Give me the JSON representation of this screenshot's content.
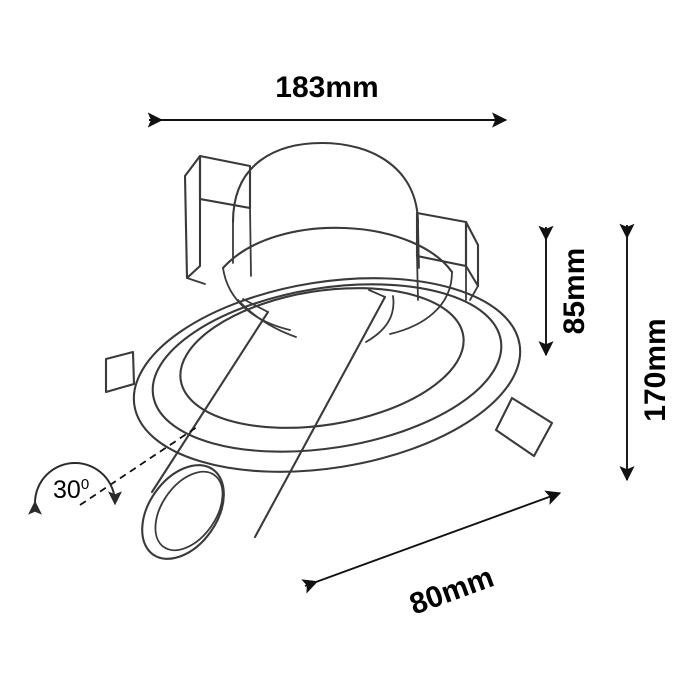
{
  "drawing": {
    "title": "Recessed adjustable downlight dimensional drawing",
    "background_color": "#ffffff",
    "line_color": "#3a3a3a",
    "dimension_color": "#111111"
  },
  "dimensions": {
    "width_top": {
      "label": "183mm",
      "value": 183,
      "unit": "mm",
      "orientation": "horizontal",
      "position": "top"
    },
    "height_inner": {
      "label": "85mm",
      "value": 85,
      "unit": "mm",
      "orientation": "vertical",
      "position": "right-inner"
    },
    "height_outer": {
      "label": "170mm",
      "value": 170,
      "unit": "mm",
      "orientation": "vertical",
      "position": "right-outer"
    },
    "depth_diagonal": {
      "label": "80mm",
      "value": 80,
      "unit": "mm",
      "orientation": "diagonal",
      "position": "bottom-right"
    }
  },
  "annotations": {
    "tilt_angle": {
      "value": "30",
      "degree_symbol": "0",
      "label": "30⁰",
      "position": "bottom-left"
    }
  },
  "icons": {
    "arrow_double_horizontal": "double-arrow-horizontal-icon",
    "arrow_double_vertical": "double-arrow-vertical-icon",
    "arrow_double_diagonal": "double-arrow-diagonal-icon",
    "arc_double_arrow": "arc-double-arrow-icon"
  }
}
